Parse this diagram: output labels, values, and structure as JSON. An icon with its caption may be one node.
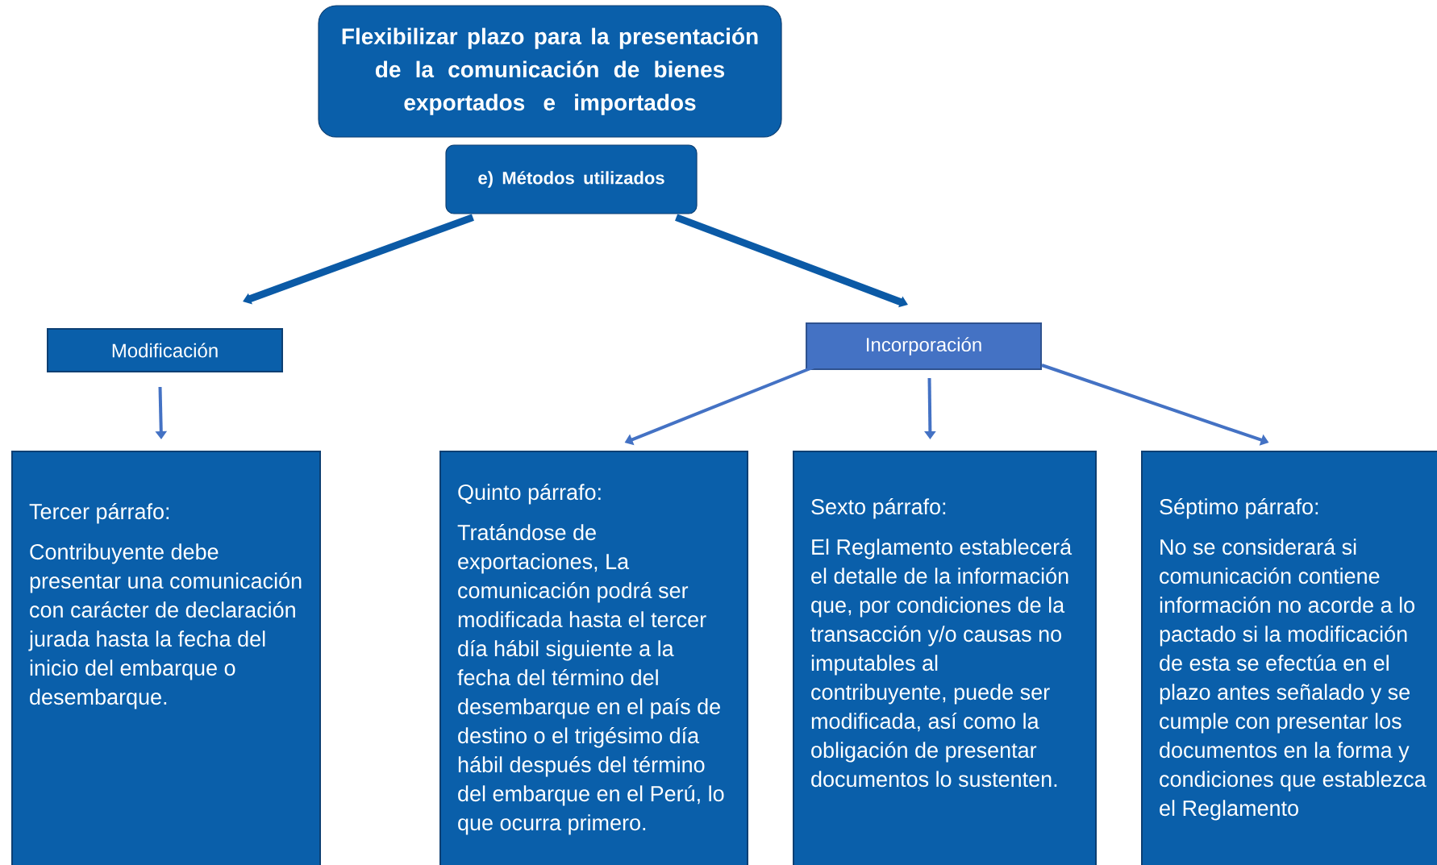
{
  "diagram": {
    "nodes": [
      {
        "text": [
          "Flexibilizar plazo para la presentación de la comunicación de bienes exportados e importados"
        ]
      },
      {
        "text": [
          "e) Métodos utilizados"
        ]
      },
      {
        "text": [
          "Modificación"
        ]
      },
      {
        "text": [
          "Incorporación"
        ]
      },
      {
        "text": [
          "Tercer párrafo:",
          "Contribuyente debe presentar una comunicación con carácter de declaración jurada hasta la fecha del inicio del embarque o desembarque."
        ]
      },
      {
        "text": [
          "Quinto párrafo:",
          "Tratándose de exportaciones, La comunicación podrá ser modificada hasta el tercer día hábil siguiente a la fecha del término del desembarque en el país de destino o el trigésimo día hábil después del término del embarque en el Perú, lo que ocurra primero."
        ]
      },
      {
        "text": [
          "Sexto párrafo:",
          "El Reglamento establecerá el detalle de la información que, por condiciones de la transacción y/o causas no imputables al contribuyente, puede ser modificada, así como la obligación de presentar documentos lo sustenten."
        ]
      },
      {
        "text": [
          "Séptimo párrafo:",
          "No se considerará si comunicación contiene información no acorde a lo pactado si la modificación de esta se efectúa en el plazo antes señalado y se cumple con presentar los documentos en la forma y condiciones que establezca el Reglamento"
        ]
      }
    ],
    "edges": [
      {
        "from": 1,
        "to": 2,
        "arrow": "to",
        "style": "thick",
        "color": "#0b5aa6"
      },
      {
        "from": 1,
        "to": 3,
        "arrow": "to",
        "style": "thick",
        "color": "#0b5aa6"
      },
      {
        "from": 2,
        "to": 4,
        "arrow": "to"
      },
      {
        "from": 3,
        "to": 5,
        "arrow": "to"
      },
      {
        "from": 3,
        "to": 6,
        "arrow": "to"
      },
      {
        "from": 3,
        "to": 7,
        "arrow": "to"
      }
    ]
  }
}
